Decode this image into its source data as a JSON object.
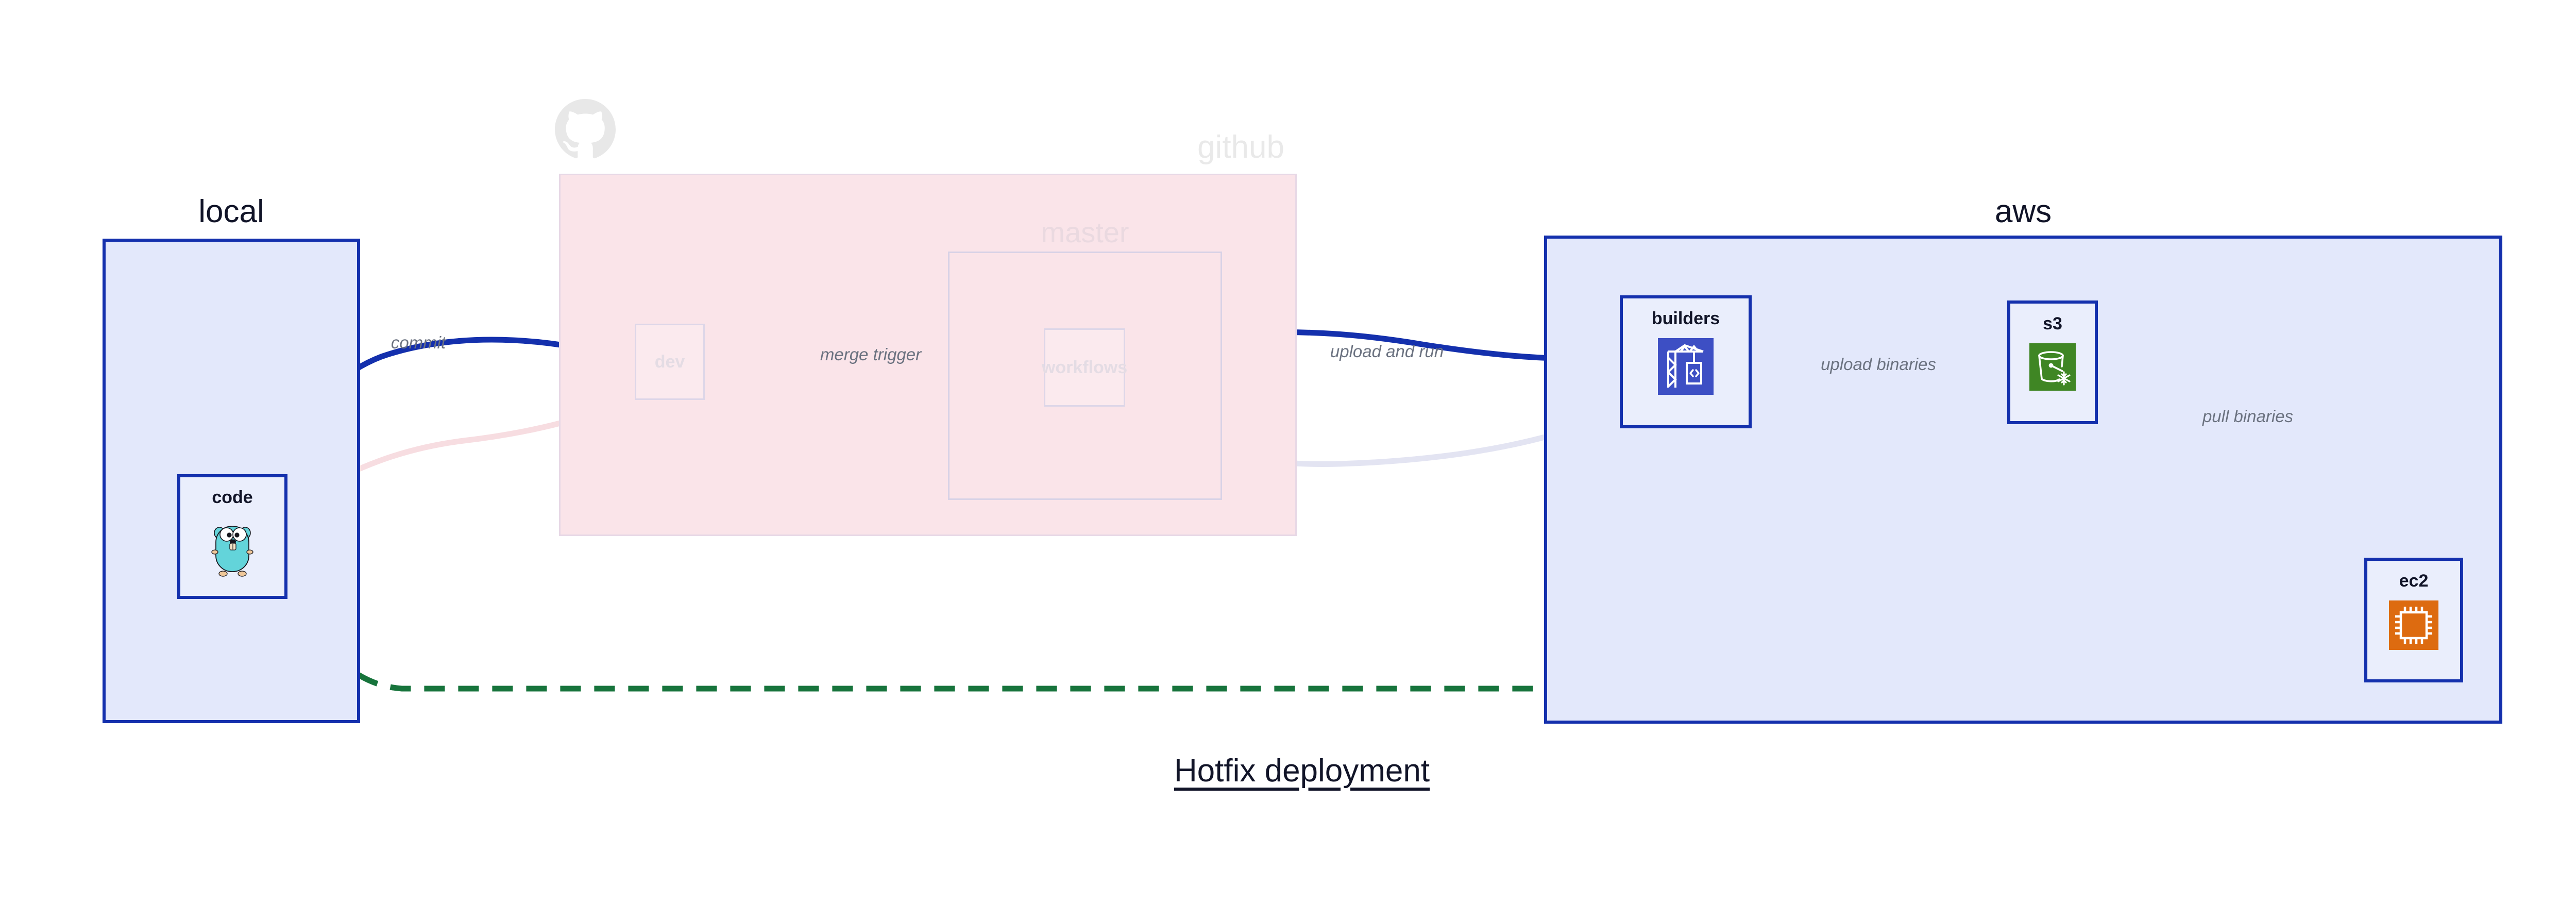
{
  "diagram": {
    "title": "Hotfix deployment",
    "colors": {
      "node_border": "#1430ad",
      "node_fill": "#eaeefc",
      "local_fill": "#e3e8fb",
      "aws_fill": "#e3e8fb",
      "github_fill": "#fae4e9",
      "edge_blue": "#1430ad",
      "edge_green": "#17743c",
      "label_gray": "#6b7280",
      "faded_gray": "#e9e9e9",
      "builders_icon_bg": "#3d4fc4",
      "s3_icon_bg": "#3f8624",
      "ec2_icon_bg": "#dd6b10",
      "gopher_body": "#63d4da"
    }
  },
  "groups": [
    {
      "id": "local",
      "label": "local",
      "faded": false
    },
    {
      "id": "github",
      "label": "github",
      "faded": true
    },
    {
      "id": "master",
      "label": "master",
      "faded": true
    },
    {
      "id": "aws",
      "label": "aws",
      "faded": false
    }
  ],
  "nodes": [
    {
      "id": "code",
      "label": "code",
      "icon": "go-gopher-icon",
      "group": "local",
      "faded": false
    },
    {
      "id": "dev",
      "label": "dev",
      "icon": null,
      "group": "github",
      "faded": true
    },
    {
      "id": "workflows",
      "label": "workflows",
      "icon": null,
      "group": "master",
      "faded": true
    },
    {
      "id": "builders",
      "label": "builders",
      "icon": "aws-codebuild-icon",
      "group": "aws",
      "faded": false
    },
    {
      "id": "s3",
      "label": "s3",
      "icon": "aws-s3-glacier-icon",
      "group": "aws",
      "faded": false
    },
    {
      "id": "ec2",
      "label": "ec2",
      "icon": "aws-ec2-chip-icon",
      "group": "aws",
      "faded": false
    }
  ],
  "edges": [
    {
      "id": "commit",
      "label": "commit",
      "from": "code",
      "to": "dev",
      "style": "solid",
      "color": "#1430ad"
    },
    {
      "id": "merge-trigger",
      "label": "merge trigger",
      "from": "dev",
      "to": "workflows",
      "style": "solid",
      "color": "#1430ad"
    },
    {
      "id": "upload-and-run",
      "label": "upload and run",
      "from": "workflows",
      "to": "builders",
      "style": "solid",
      "color": "#1430ad"
    },
    {
      "id": "upload-binaries",
      "label": "upload binaries",
      "from": "builders",
      "to": "s3",
      "style": "solid",
      "color": "#1430ad"
    },
    {
      "id": "pull-binaries",
      "label": "pull binaries",
      "from": "s3",
      "to": "ec2",
      "style": "solid",
      "color": "#1430ad"
    },
    {
      "id": "hotfix-direct",
      "label": "",
      "from": "code",
      "to": "ec2",
      "style": "dashed",
      "color": "#17743c"
    }
  ]
}
